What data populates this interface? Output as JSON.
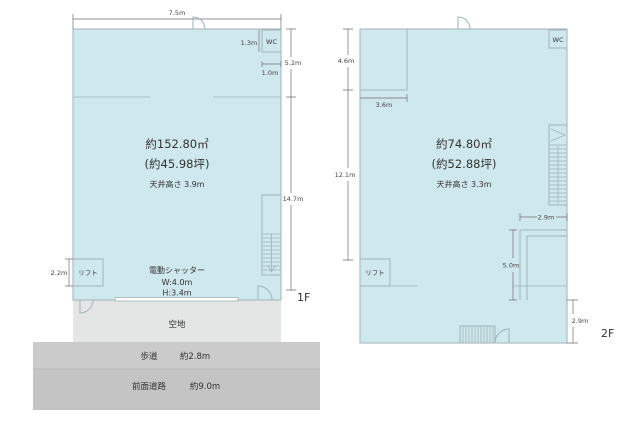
{
  "colors": {
    "floor_fill": "#cfe8ee",
    "wall_line": "#9fb3b8",
    "dimension_line": "#6f6f6f",
    "text": "#333333",
    "open_space": "#e4e5e5",
    "sidewalk": "#cbcbcb",
    "road": "#c4c4c4"
  },
  "floor_1f": {
    "floor_label": "1F",
    "width": "7.5m",
    "wc": "WC",
    "wc_width": "1.3m",
    "side_upper": "5.2m",
    "wc_depth": "1.0m",
    "area_sqm": "約152.80㎡",
    "area_tsubo": "(約45.98坪)",
    "ceiling_height": "天井高さ 3.9m",
    "side_lower": "14.7m",
    "lift": "リフト",
    "lift_size": "2.2m",
    "shutter": {
      "title": "電動シャッター",
      "width": "W:4.0m",
      "height": "H:3.4m"
    }
  },
  "site": {
    "open_space": "空地",
    "sidewalk_label": "歩道",
    "sidewalk_width": "約2.8m",
    "road_label": "前面道路",
    "road_width": "約9.0m"
  },
  "floor_2f": {
    "floor_label": "2F",
    "wc": "WC",
    "side_upper": "4.6m",
    "corner_width": "3.6m",
    "side_main": "12.1m",
    "area_sqm": "約74.80㎡",
    "area_tsubo": "(約52.88坪)",
    "ceiling_height": "天井高さ 3.3m",
    "room_width": "2.9m",
    "room_depth": "5.0m",
    "lift": "リフト",
    "balcony_depth": "2.9m"
  }
}
